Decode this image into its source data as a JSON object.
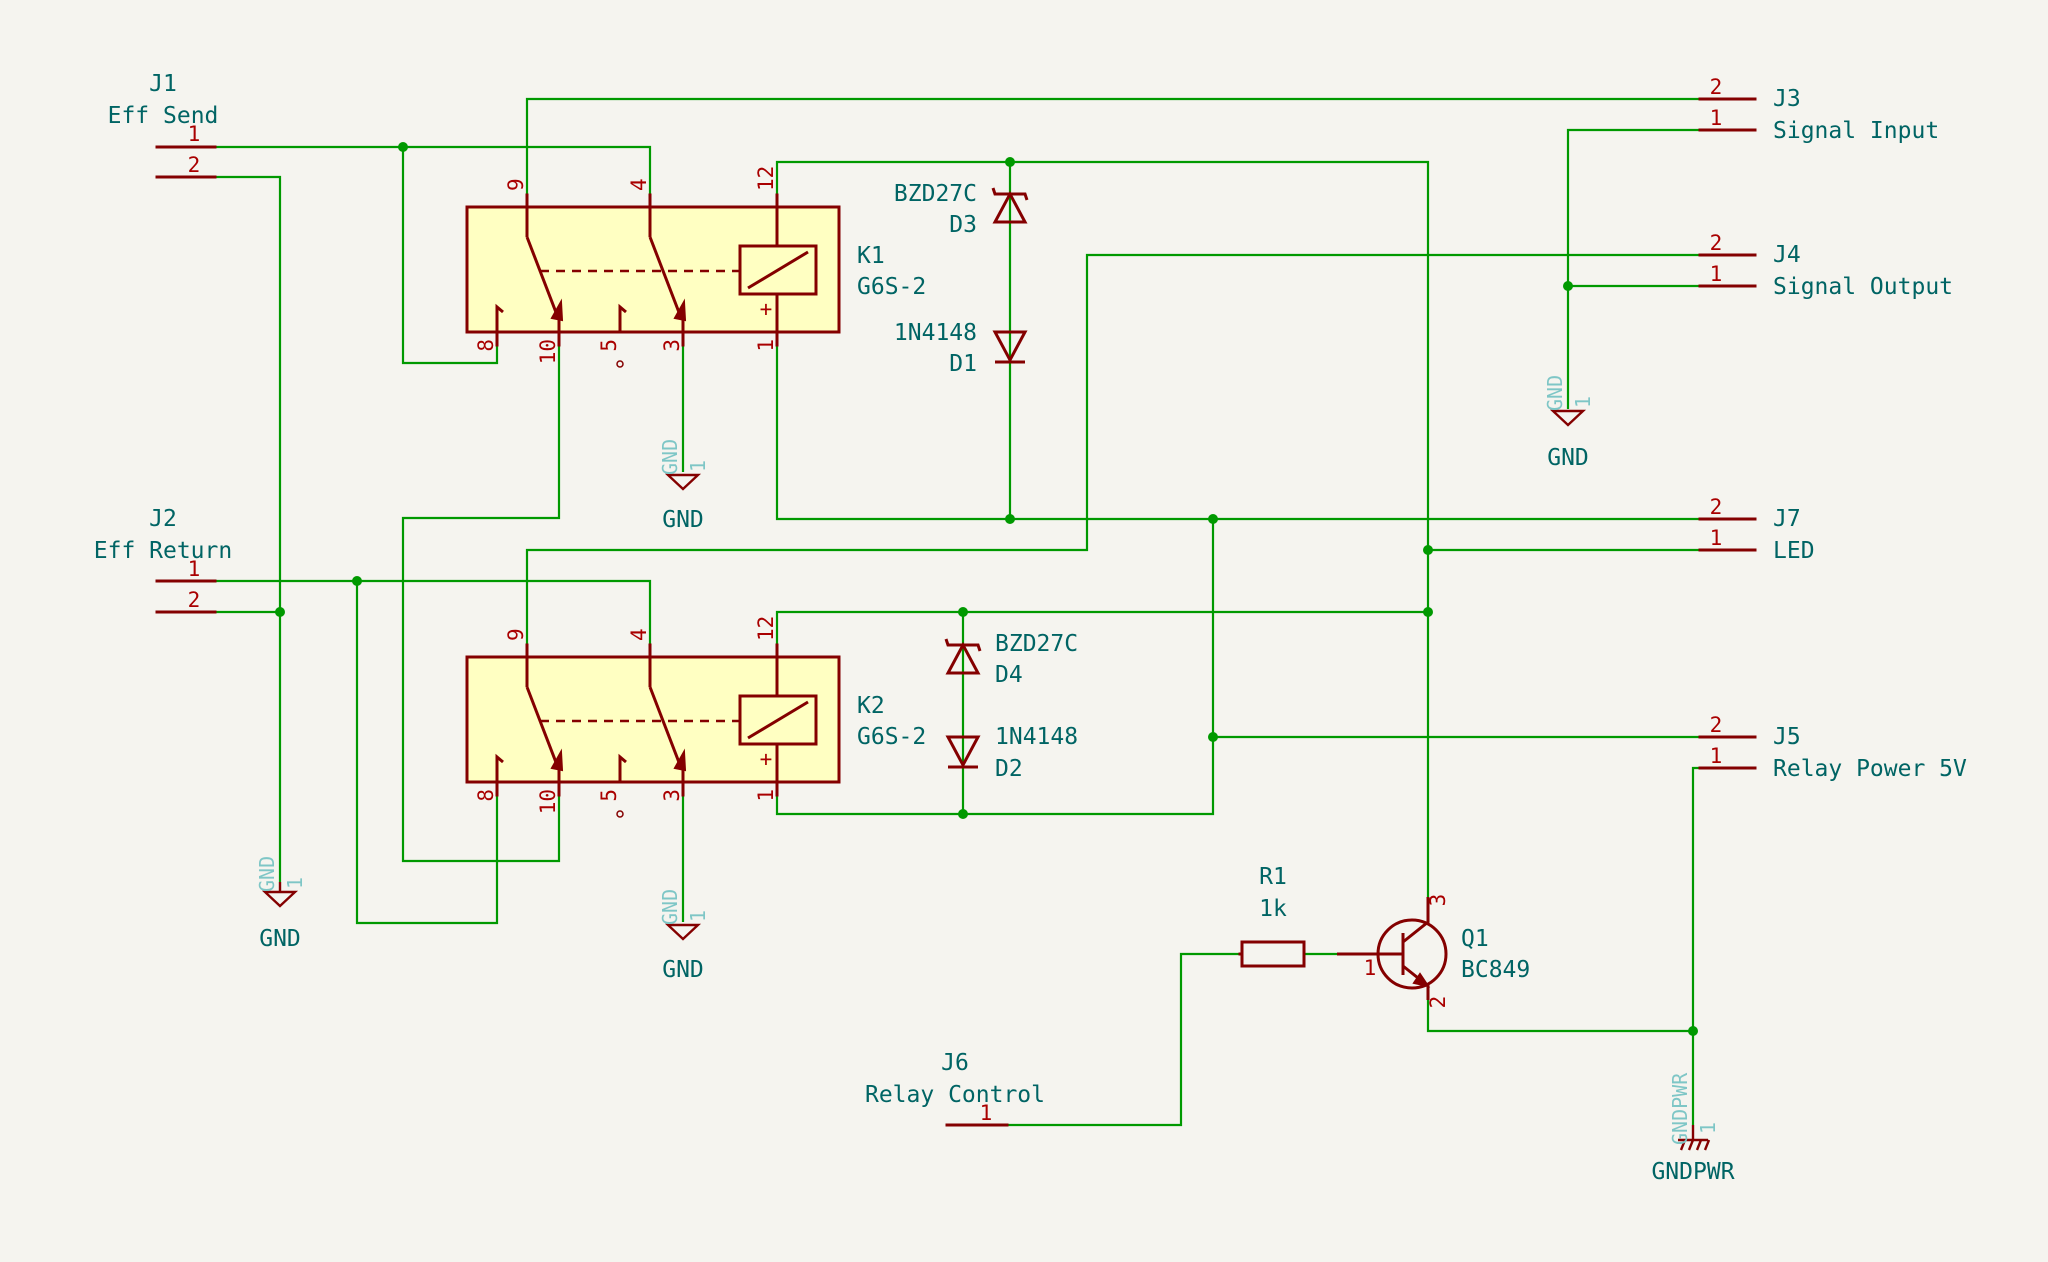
{
  "connectors": {
    "j1": {
      "ref": "J1",
      "value": "Eff Send",
      "pins": [
        "1",
        "2"
      ]
    },
    "j2": {
      "ref": "J2",
      "value": "Eff Return",
      "pins": [
        "1",
        "2"
      ]
    },
    "j3": {
      "ref": "J3",
      "value": "Signal Input",
      "pins": [
        "2",
        "1"
      ]
    },
    "j4": {
      "ref": "J4",
      "value": "Signal Output",
      "pins": [
        "2",
        "1"
      ]
    },
    "j5": {
      "ref": "J5",
      "value": "Relay Power 5V",
      "pins": [
        "2",
        "1"
      ]
    },
    "j6": {
      "ref": "J6",
      "value": "Relay Control",
      "pins": [
        "1"
      ]
    },
    "j7": {
      "ref": "J7",
      "value": "LED",
      "pins": [
        "2",
        "1"
      ]
    }
  },
  "relays": {
    "k1": {
      "ref": "K1",
      "value": "G6S-2",
      "pins": {
        "p9": "9",
        "p4": "4",
        "p12": "12",
        "p8": "8",
        "p10": "10",
        "p5": "5",
        "p3": "3",
        "p1": "1"
      },
      "coil_plus": "+"
    },
    "k2": {
      "ref": "K2",
      "value": "G6S-2",
      "pins": {
        "p9": "9",
        "p4": "4",
        "p12": "12",
        "p8": "8",
        "p10": "10",
        "p5": "5",
        "p3": "3",
        "p1": "1"
      },
      "coil_plus": "+"
    }
  },
  "diodes": {
    "d1": {
      "ref": "D1",
      "value": "1N4148"
    },
    "d2": {
      "ref": "D2",
      "value": "1N4148"
    },
    "d3": {
      "ref": "D3",
      "value": "BZD27C"
    },
    "d4": {
      "ref": "D4",
      "value": "BZD27C"
    }
  },
  "resistor": {
    "ref": "R1",
    "value": "1k"
  },
  "transistor": {
    "ref": "Q1",
    "value": "BC849",
    "pins": {
      "base": "1",
      "collector": "3",
      "emitter": "2"
    }
  },
  "power_symbols": {
    "gnd_label": "GND",
    "gnd_pin_name": "GND",
    "gnd_pin_number": "1",
    "gndpwr_label": "GNDPWR",
    "gndpwr_pin_name": "GNDPWR",
    "gndpwr_pin_number": "1"
  },
  "colors": {
    "wire": "#009900",
    "component": "#840000",
    "component_fill": "#ffffc2",
    "text": "#006464",
    "background": "#f5f4ef"
  }
}
